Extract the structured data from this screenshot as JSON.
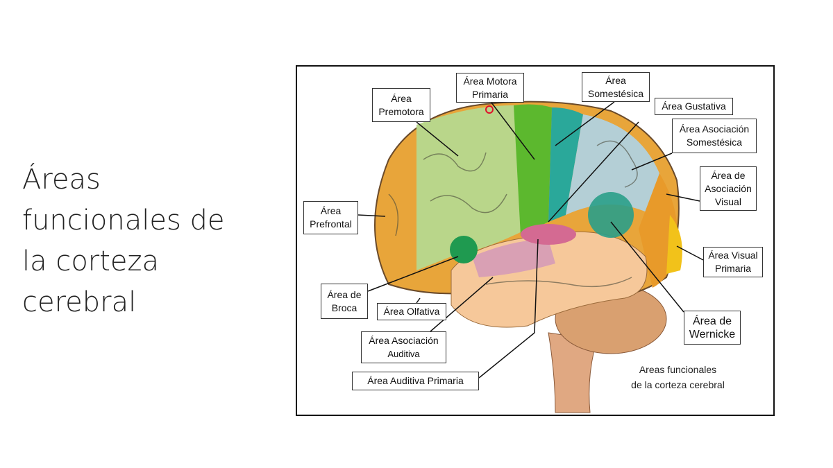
{
  "slide_title": "Áreas\nfuncionales de\nla corteza\ncerebral",
  "diagram": {
    "labels": {
      "motora": [
        "Área Motora",
        "Primaria"
      ],
      "premotora": [
        "Área",
        "Premotora"
      ],
      "somestesica": [
        "Área",
        "Somestésica"
      ],
      "gustativa": [
        "Área Gustativa"
      ],
      "asoc_somestesica": [
        "Área Asociación",
        "Somestésica"
      ],
      "asoc_visual": [
        "Área de",
        "Asociación",
        "Visual"
      ],
      "prefrontal": [
        "Área",
        "Prefrontal"
      ],
      "visual_primaria": [
        "Área Visual",
        "Primaria"
      ],
      "broca": [
        "Área de",
        "Broca"
      ],
      "olfativa": [
        "Área Olfativa"
      ],
      "asoc_auditiva": [
        "Área Asociación",
        "Auditiva"
      ],
      "auditiva_primaria": [
        "Área Auditiva Primaria"
      ],
      "wernicke": [
        "Área de",
        "Wernicke"
      ]
    },
    "caption": [
      "Areas funcionales",
      "de la corteza cerebral"
    ],
    "colors": {
      "prefrontal": "#e8a53a",
      "premotora": "#b9d68a",
      "motora": "#5cb82e",
      "somestesica": "#2aa89a",
      "asoc_somestesica": "#b4cfd6",
      "visual": "#e89a2a",
      "visual_primaria": "#f2c21a",
      "temporal": "#f6c89a",
      "auditiva": "#d46a92",
      "wernicke": "#2a9f8a",
      "broca": "#1f9a50",
      "cerebellum": "#d9a070"
    }
  }
}
